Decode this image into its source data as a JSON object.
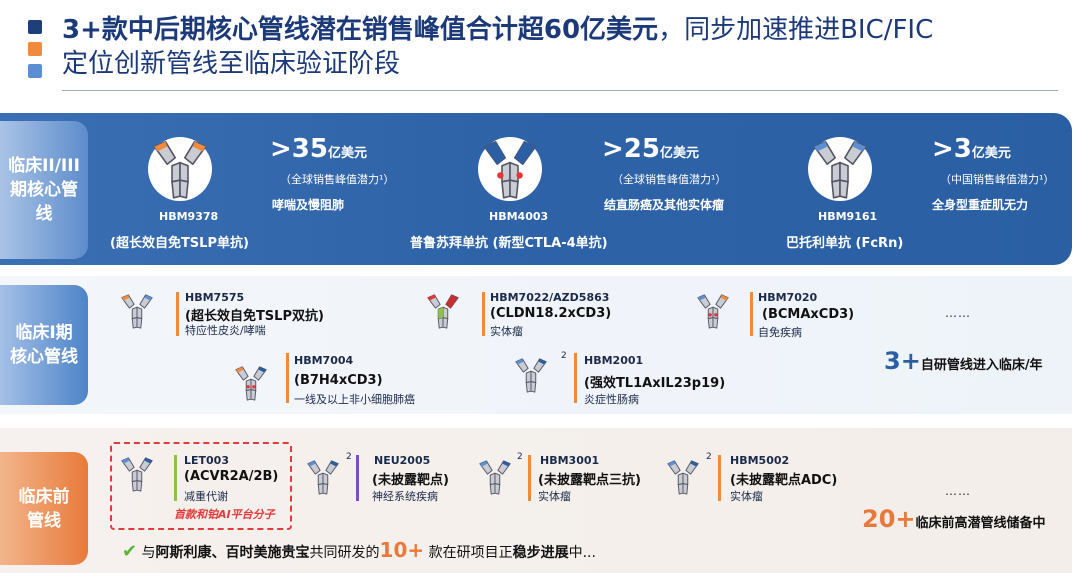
{
  "header": {
    "title_bold": "3+款中后期核心管线潜在销售峰值合计超60亿美元",
    "title_light": "，同步加速推进BIC/FIC",
    "title_line2": "定位创新管线至临床验证阶段",
    "bullet_colors": [
      "#1f3f7a",
      "#f08a3c",
      "#5b8fd4"
    ]
  },
  "phase23": {
    "label": "临床II/III期核心管线",
    "items": [
      {
        "code": "HBM9378",
        "name": "(超长效自免TSLP单抗)",
        "value": ">35",
        "unit": "亿美元",
        "note": "（全球销售峰值潜力¹）",
        "indication": "哮喘及慢阻肺"
      },
      {
        "code": "HBM4003",
        "name": "普鲁苏拜单抗 (新型CTLA-4单抗)",
        "value": ">25",
        "unit": "亿美元",
        "note": "（全球销售峰值潜力¹）",
        "indication": "结直肠癌及其他实体瘤"
      },
      {
        "code": "HBM9161",
        "name": "巴托利单抗 (FcRn)",
        "value": ">3",
        "unit": "亿美元",
        "note": "（中国销售峰值潜力¹）",
        "indication": "全身型重症肌无力"
      }
    ]
  },
  "phase1": {
    "label": "临床I期核心管线",
    "items": [
      {
        "code": "HBM7575",
        "name": "(超长效自免TSLP双抗)",
        "indication": "特应性皮炎/哮喘"
      },
      {
        "code": "HBM7022/AZD5863",
        "name": "(CLDN18.2xCD3)",
        "indication": "实体瘤"
      },
      {
        "code": "HBM7020",
        "name": "(BCMAxCD3)",
        "indication": "自免疾病"
      },
      {
        "code": "HBM7004",
        "name": "(B7H4xCD3)",
        "indication": "一线及以上非小细胞肺癌"
      },
      {
        "code": "HBM2001",
        "name": "(强效TL1AxIL23p19)",
        "indication": "炎症性肠病",
        "sup": "2"
      }
    ],
    "ellipsis": "……",
    "stat_num": "3+",
    "stat_text": "自研管线进入临床/年"
  },
  "preclinical": {
    "label": "临床前管线",
    "items": [
      {
        "code": "LET003",
        "name": "(ACVR2A/2B)",
        "indication": "减重代谢",
        "tag": "首款和铂AI平台分子"
      },
      {
        "code": "NEU2005",
        "name": "(未披露靶点)",
        "indication": "神经系统疾病",
        "sup": "2"
      },
      {
        "code": "HBM3001",
        "name": "(未披露靶点三抗)",
        "indication": "实体瘤",
        "sup": "2"
      },
      {
        "code": "HBM5002",
        "name": "(未披露靶点ADC)",
        "indication": "实体瘤",
        "sup": "2"
      }
    ],
    "ellipsis": "……",
    "stat_num": "20+",
    "stat_text": "临床前高潜管线储备中"
  },
  "footer": {
    "check": "✔",
    "pre": "与",
    "partners": "阿斯利康、百时美施贵宝",
    "mid": "共同研发的",
    "num": "10+",
    "post1": " 款在研项目正",
    "bold": "稳步进展",
    "post2": "中..."
  }
}
